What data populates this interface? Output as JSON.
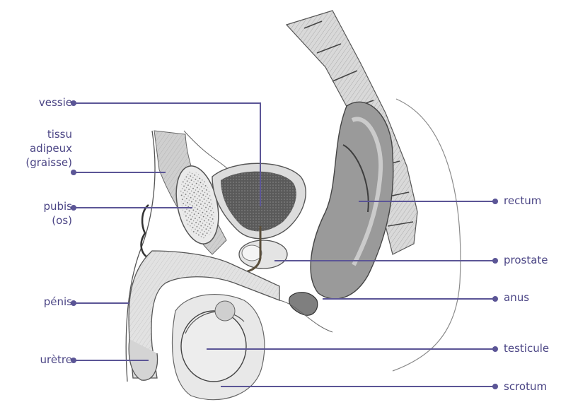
{
  "colors": {
    "accent": "#4b4585",
    "line": "#5b5596",
    "ink": "#3a3a3a"
  },
  "labels_left": {
    "vessie": "vessie",
    "tissu_line1": "tissu",
    "tissu_line2": "adipeux",
    "tissu_line3": "(graisse)",
    "pubis_line1": "pubis",
    "pubis_line2": "(os)",
    "penis": "pénis",
    "uretre": "urètre"
  },
  "labels_right": {
    "rectum": "rectum",
    "prostate": "prostate",
    "anus": "anus",
    "testicule": "testicule",
    "scrotum": "scrotum"
  }
}
